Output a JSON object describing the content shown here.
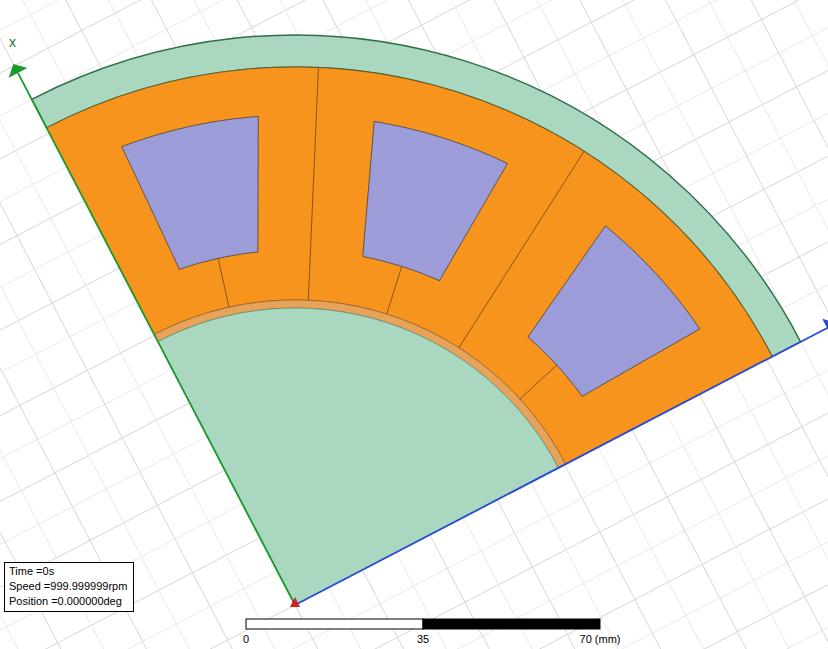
{
  "diagram": {
    "nodes": [
      {
        "text": [
          "Time =0s",
          "Speed =999.999999rpm",
          "Position =0.000000deg"
        ]
      }
    ],
    "labels": [
      "x",
      "0",
      "35",
      "70 (mm)"
    ]
  }
}
